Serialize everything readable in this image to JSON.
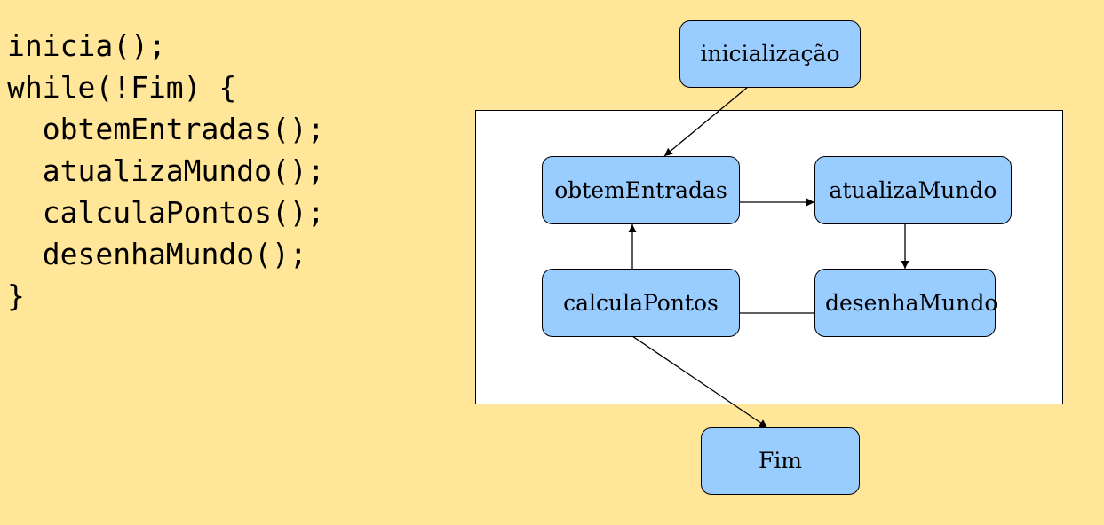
{
  "code": {
    "lines": [
      "inicia();",
      "while(!Fim) {",
      "  obtemEntradas();",
      "  atualizaMundo();",
      "  calculaPontos();",
      "  desenhaMundo();",
      "}"
    ]
  },
  "diagram": {
    "nodes": {
      "inicializacao": "inicialização",
      "obtem_entradas": "obtemEntradas",
      "atualiza_mundo": "atualizaMundo",
      "desenha_mundo": "desenhaMundo",
      "calcula_pontos": "calculaPontos",
      "fim": "Fim"
    },
    "colors": {
      "background": "#ffe699",
      "node_fill": "#99ccff",
      "loop_frame": "#ffffff"
    }
  }
}
